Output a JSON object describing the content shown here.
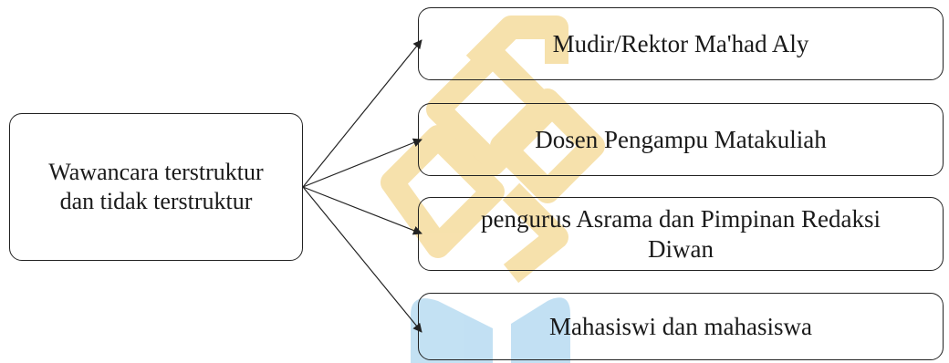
{
  "source": {
    "label_line1": "Wawancara terstruktur",
    "label_line2": "dan tidak terstruktur"
  },
  "targets": [
    {
      "label": "Mudir/Rektor Ma'had Aly"
    },
    {
      "label": "Dosen Pengampu Matakuliah"
    },
    {
      "label_line1": "pengurus Asrama dan Pimpinan Redaksi",
      "label_line2": "Diwan"
    },
    {
      "label": "Mahasiswi dan mahasiswa"
    }
  ],
  "colors": {
    "border": "#222222",
    "watermark_gold": "#e9b84a",
    "watermark_blue": "#4aa4d6"
  }
}
